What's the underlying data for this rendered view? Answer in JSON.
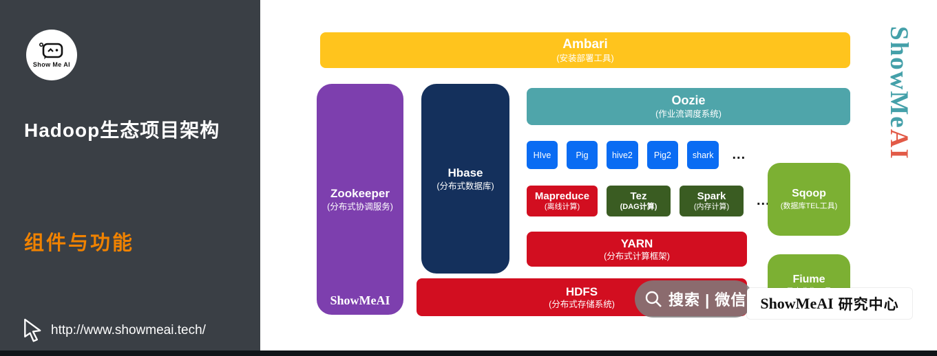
{
  "sidebar": {
    "logo": {
      "label": "Show Me AI"
    },
    "title": "Hadoop生态项目架构",
    "subtitle": "组件与功能",
    "url": "http://www.showmeai.tech/"
  },
  "watermark": {
    "part1": "ShowMe",
    "part2": "AI"
  },
  "diagram": {
    "ambari": {
      "name": "Ambari",
      "desc": "(安装部署工具)"
    },
    "zookeeper": {
      "name": "Zookeeper",
      "desc": "(分布式协调服务)",
      "brand": "ShowMeAI"
    },
    "hbase": {
      "name": "Hbase",
      "desc": "(分布式数据库)"
    },
    "oozie": {
      "name": "Oozie",
      "desc": "(作业流调度系统)"
    },
    "tools": [
      {
        "label": "HIve"
      },
      {
        "label": "Pig"
      },
      {
        "label": "hive2"
      },
      {
        "label": "Pig2"
      },
      {
        "label": "shark"
      }
    ],
    "tools_more": "...",
    "compute": [
      {
        "name": "Mapreduce",
        "desc": "(离线计算)"
      },
      {
        "name": "Tez",
        "desc": "(DAG计算)"
      },
      {
        "name": "Spark",
        "desc": "(内存计算)"
      }
    ],
    "compute_more": "...",
    "sqoop": {
      "name": "Sqoop",
      "desc": "(数据库TEL工具)"
    },
    "yarn": {
      "name": "YARN",
      "desc": "(分布式计算框架)"
    },
    "hdfs": {
      "name": "HDFS",
      "desc": "(分布式存储系统)"
    },
    "flume": {
      "name": "Fiume",
      "desc": "(日志收集工具)"
    }
  },
  "overlay": {
    "search_label": "搜索 | 微信",
    "brand_name": "ShowMeAI",
    "brand_suffix": "研究中心"
  },
  "colors": {
    "sidebar_bg": "#3a3f45",
    "yellow": "#ffc41d",
    "purple": "#7d3fae",
    "navy": "#14305c",
    "teal": "#4fa5aa",
    "blue": "#0a6cf3",
    "red": "#d20e20",
    "dark_green": "#3a5c22",
    "green": "#7cb033",
    "orange": "#f08200"
  }
}
